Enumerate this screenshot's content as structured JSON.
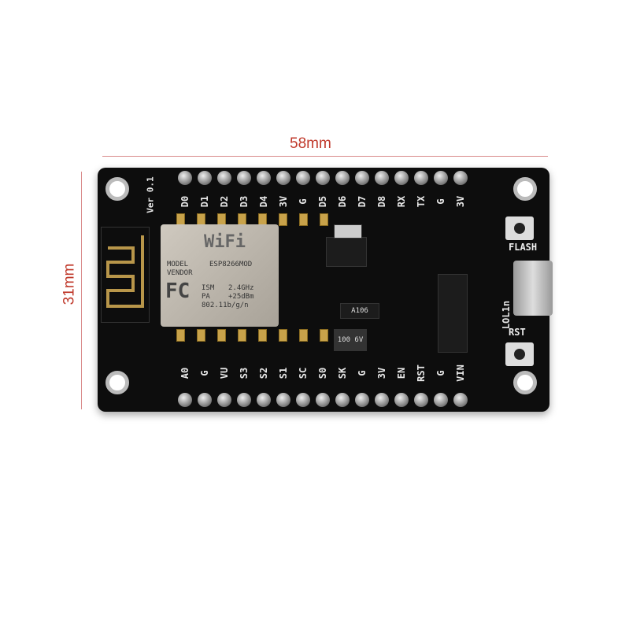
{
  "dimensions": {
    "width_label": "58mm",
    "height_label": "31mm",
    "color": "#c0392b"
  },
  "board": {
    "version": "Ver 0.1",
    "top_pins": [
      "D0",
      "D1",
      "D2",
      "D3",
      "D4",
      "3V",
      "G",
      "D5",
      "D6",
      "D7",
      "D8",
      "RX",
      "TX",
      "G",
      "3V"
    ],
    "bottom_pins": [
      "A0",
      "G",
      "VU",
      "S3",
      "S2",
      "S1",
      "SC",
      "S0",
      "SK",
      "G",
      "3V",
      "EN",
      "RST",
      "G",
      "VIN"
    ],
    "module": {
      "wifi": "WiFi",
      "model_label": "MODEL",
      "vendor_label": "VENDOR",
      "model": "ESP8266MOD",
      "fcc": "FC",
      "ism": "ISM",
      "freq": "2.4GHz",
      "pa": "PA",
      "power": "+25dBm",
      "standard": "802.11b/g/n"
    },
    "flash_label": "FLASH",
    "rst_label": "RST",
    "chip_label": "LOL1n",
    "cap_label": "100 6V",
    "part_label": "A106"
  }
}
